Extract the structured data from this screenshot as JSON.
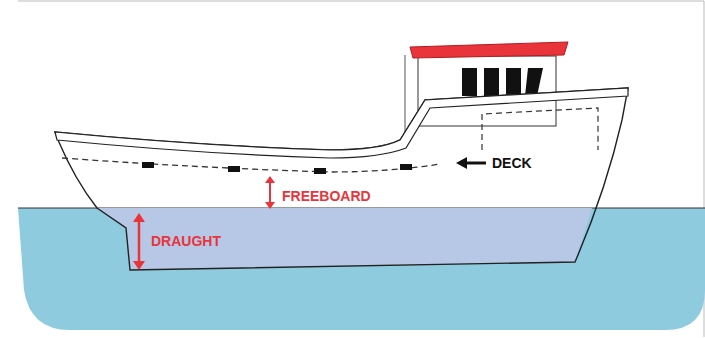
{
  "diagram": {
    "labels": [
      "DECK",
      "FREEBOARD",
      "DRAUGHT"
    ]
  }
}
